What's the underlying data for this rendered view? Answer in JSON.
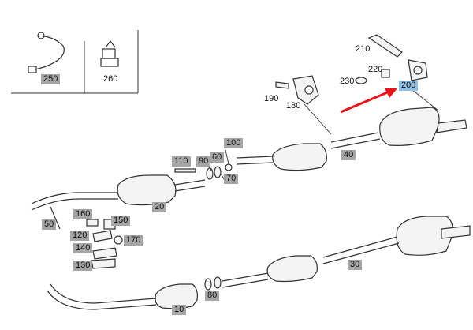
{
  "diagram": {
    "inset_labels": {
      "a": "250",
      "b": "260"
    },
    "part_labels": {
      "p210": "210",
      "p220": "220",
      "p230": "230",
      "p200": "200",
      "p190": "190",
      "p180": "180",
      "p100": "100",
      "p110": "110",
      "p90": "90",
      "p60": "60",
      "p70": "70",
      "p40": "40",
      "p20": "20",
      "p50": "50",
      "p160": "160",
      "p150": "150",
      "p120": "120",
      "p170": "170",
      "p140": "140",
      "p130": "130",
      "p30": "30",
      "p10": "10",
      "p80": "80"
    },
    "colors": {
      "highlight": "#a6a6a6",
      "selected": "#8fc0e8",
      "arrow": "#e8121a",
      "line": "#333333"
    },
    "selected_part": "200",
    "pointer_icon": "red-arrow-icon"
  }
}
